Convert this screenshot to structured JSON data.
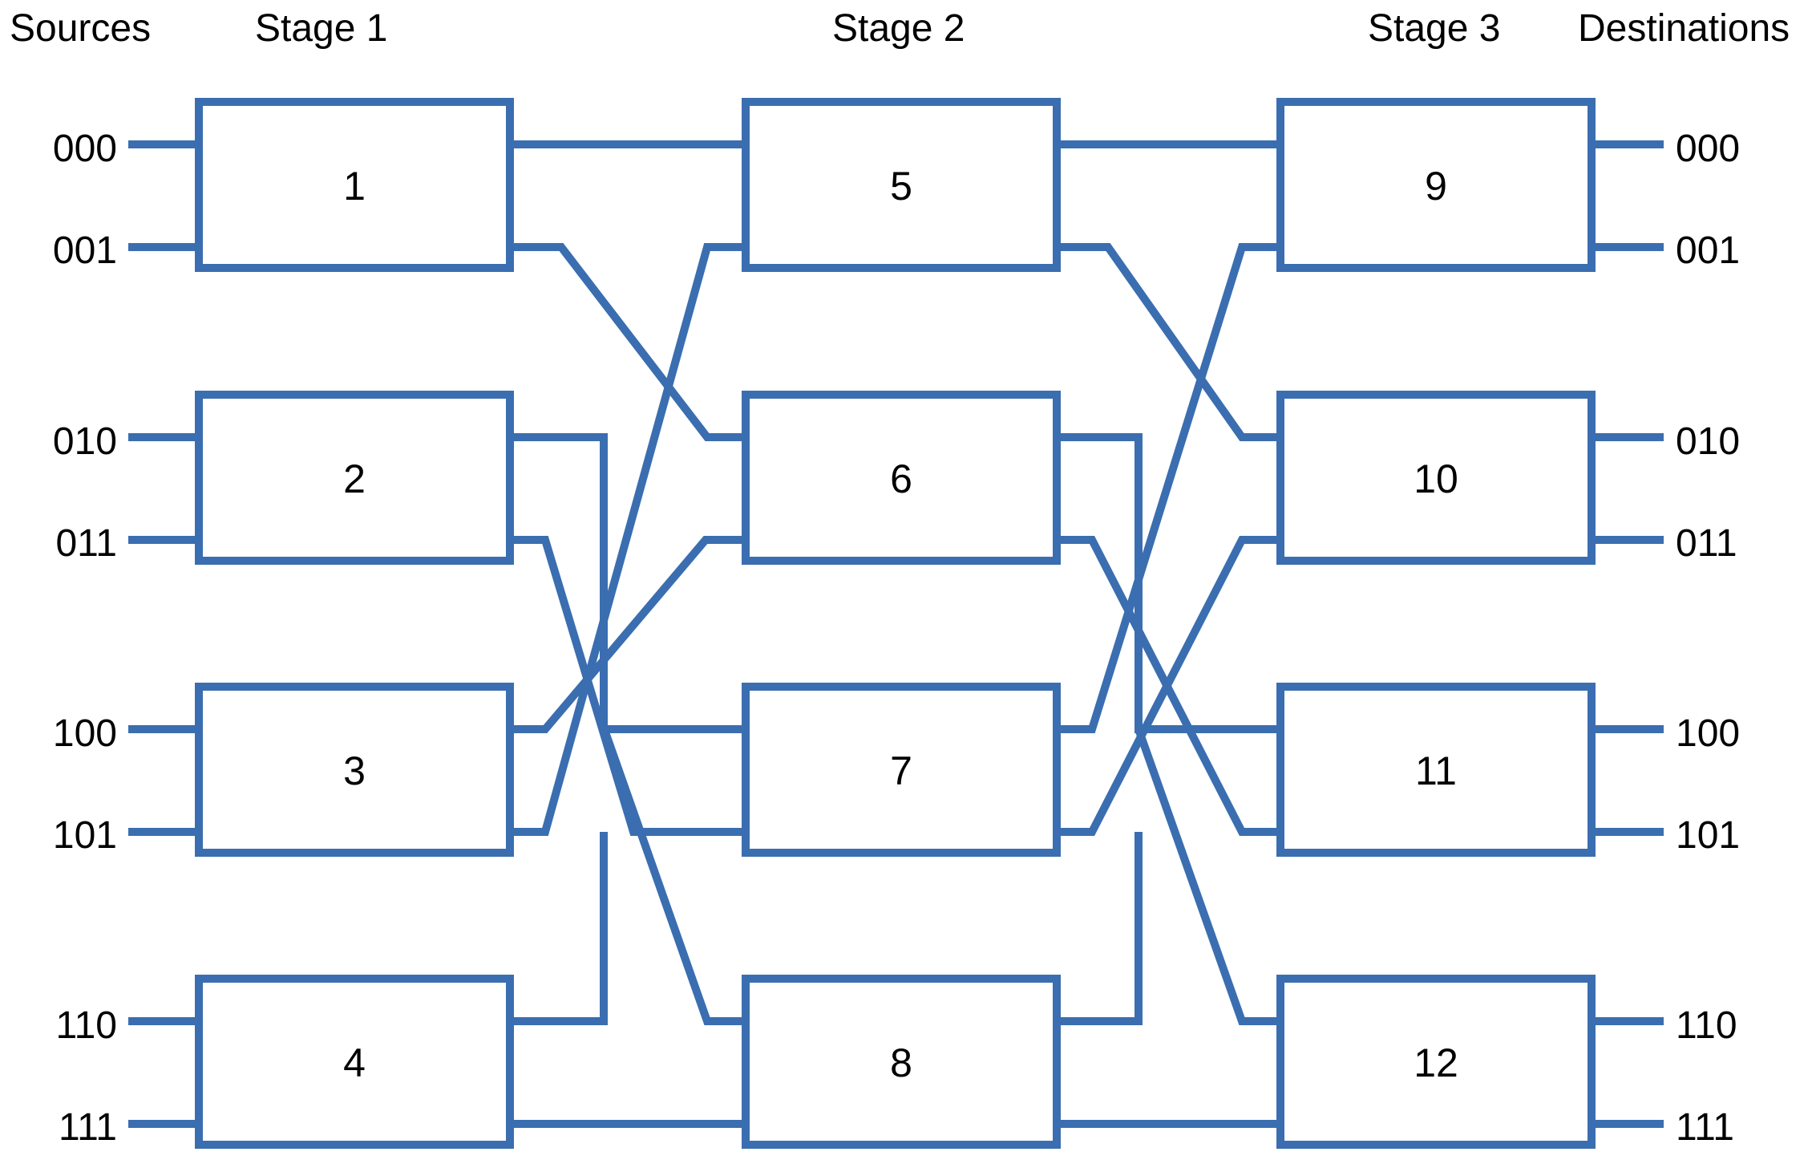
{
  "diagram": {
    "title_row": {
      "sources_label": "Sources",
      "stage1_label": "Stage 1",
      "stage2_label": "Stage 2",
      "stage3_label": "Stage 3",
      "destinations_label": "Destinations"
    },
    "accent_color": "#3a6eb0",
    "text_color": "#000000",
    "background_color": "#ffffff",
    "sources": [
      "000",
      "001",
      "010",
      "011",
      "100",
      "101",
      "110",
      "111"
    ],
    "destinations": [
      "000",
      "001",
      "010",
      "011",
      "100",
      "101",
      "110",
      "111"
    ],
    "switch_boxes": [
      {
        "id": "1",
        "stage": 1,
        "row": 1,
        "label": "1"
      },
      {
        "id": "2",
        "stage": 1,
        "row": 2,
        "label": "2"
      },
      {
        "id": "3",
        "stage": 1,
        "row": 3,
        "label": "3"
      },
      {
        "id": "4",
        "stage": 1,
        "row": 4,
        "label": "4"
      },
      {
        "id": "5",
        "stage": 2,
        "row": 1,
        "label": "5"
      },
      {
        "id": "6",
        "stage": 2,
        "row": 2,
        "label": "6"
      },
      {
        "id": "7",
        "stage": 2,
        "row": 3,
        "label": "7"
      },
      {
        "id": "8",
        "stage": 2,
        "row": 4,
        "label": "8"
      },
      {
        "id": "9",
        "stage": 3,
        "row": 1,
        "label": "9"
      },
      {
        "id": "10",
        "stage": 3,
        "row": 2,
        "label": "10"
      },
      {
        "id": "11",
        "stage": 3,
        "row": 3,
        "label": "11"
      },
      {
        "id": "12",
        "stage": 3,
        "row": 4,
        "label": "12"
      }
    ],
    "links_stage1_to_stage2": [
      {
        "from_box": "1",
        "from_port": "top",
        "to_box": "5",
        "to_port": "top"
      },
      {
        "from_box": "1",
        "from_port": "bottom",
        "to_box": "6",
        "to_port": "top"
      },
      {
        "from_box": "2",
        "from_port": "top",
        "to_box": "7",
        "to_port": "top"
      },
      {
        "from_box": "2",
        "from_port": "bottom",
        "to_box": "7",
        "to_port": "bottom"
      },
      {
        "from_box": "3",
        "from_port": "top",
        "to_box": "6",
        "to_port": "bottom"
      },
      {
        "from_box": "3",
        "from_port": "bottom",
        "to_box": "5",
        "to_port": "bottom"
      },
      {
        "from_box": "4",
        "from_port": "top",
        "to_box": "8",
        "to_port": "top"
      },
      {
        "from_box": "4",
        "from_port": "bottom",
        "to_box": "8",
        "to_port": "bottom"
      }
    ],
    "links_stage2_to_stage3": [
      {
        "from_box": "5",
        "from_port": "top",
        "to_box": "9",
        "to_port": "top"
      },
      {
        "from_box": "5",
        "from_port": "bottom",
        "to_box": "10",
        "to_port": "top"
      },
      {
        "from_box": "6",
        "from_port": "top",
        "to_box": "11",
        "to_port": "top"
      },
      {
        "from_box": "6",
        "from_port": "bottom",
        "to_box": "10",
        "to_port": "bottom"
      },
      {
        "from_box": "7",
        "from_port": "top",
        "to_box": "9",
        "to_port": "bottom"
      },
      {
        "from_box": "7",
        "from_port": "bottom",
        "to_box": "11",
        "to_port": "bottom"
      },
      {
        "from_box": "8",
        "from_port": "top",
        "to_box": "12",
        "to_port": "top"
      },
      {
        "from_box": "8",
        "from_port": "bottom",
        "to_box": "12",
        "to_port": "bottom"
      }
    ]
  }
}
